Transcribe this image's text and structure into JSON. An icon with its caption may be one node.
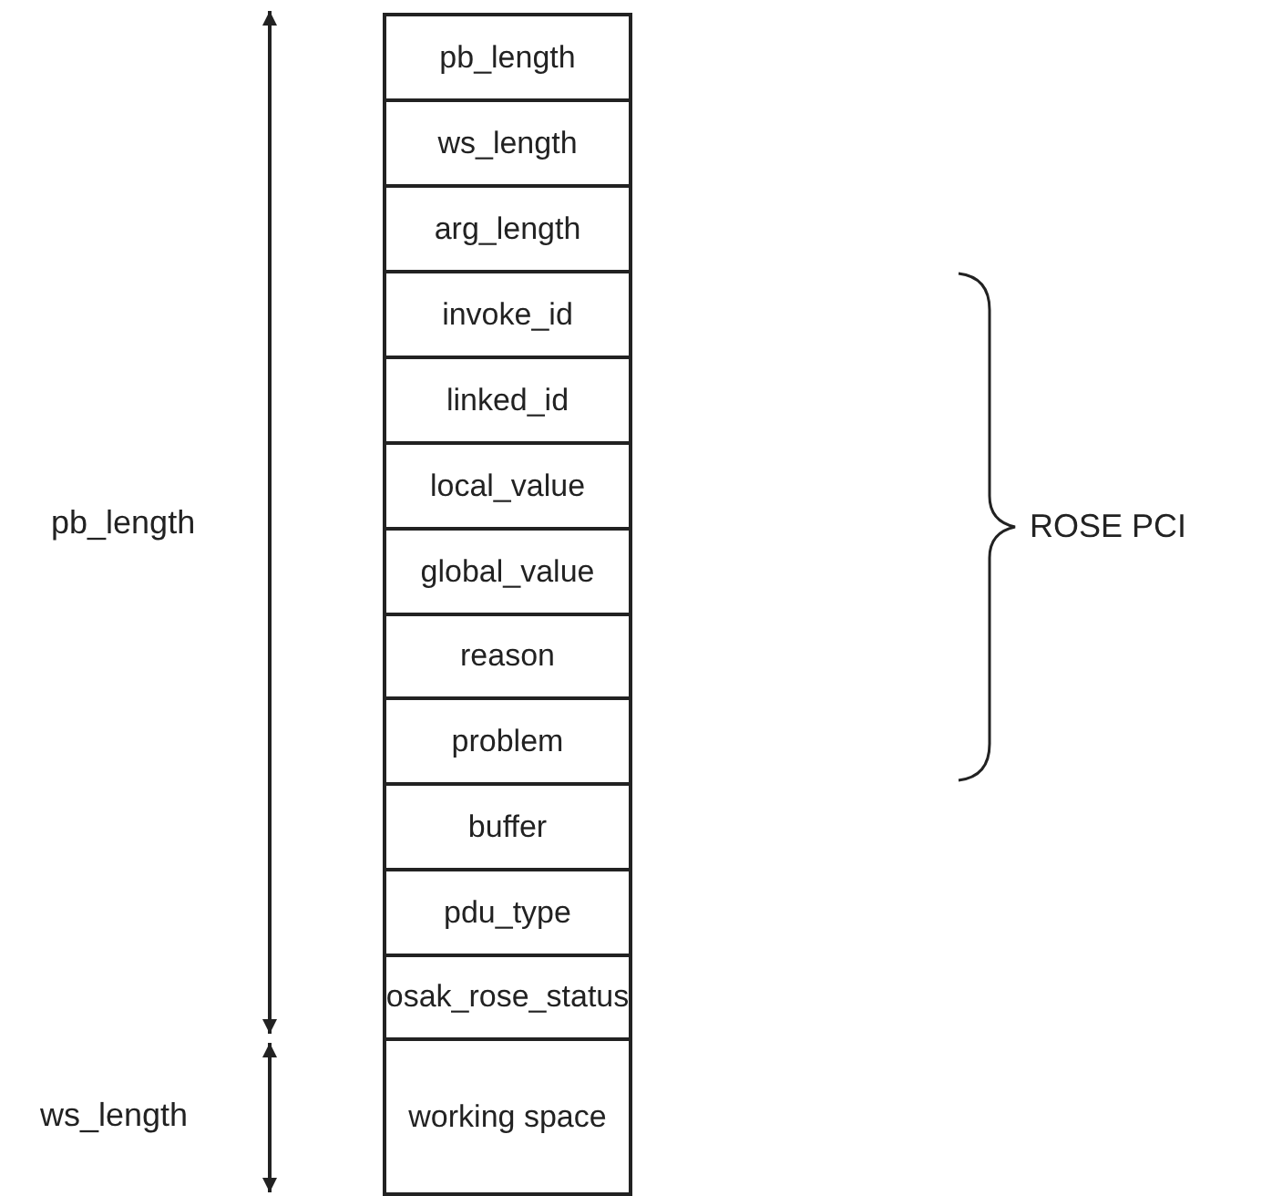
{
  "diagram": {
    "nodes": [
      {
        "text": [
          "pb_length"
        ]
      },
      {
        "text": [
          "ws_length"
        ]
      },
      {
        "text": [
          "arg_length"
        ]
      },
      {
        "text": [
          "invoke_id"
        ]
      },
      {
        "text": [
          "linked_id"
        ]
      },
      {
        "text": [
          "local_value"
        ]
      },
      {
        "text": [
          "global_value"
        ]
      },
      {
        "text": [
          "reason"
        ]
      },
      {
        "text": [
          "problem"
        ]
      },
      {
        "text": [
          "buffer"
        ]
      },
      {
        "text": [
          "pdu_type"
        ]
      },
      {
        "text": [
          "osak_rose_status"
        ]
      },
      {
        "text": [
          "working space"
        ]
      }
    ],
    "labels": [
      "pb_length",
      "ws_length",
      "ROSE PCI"
    ]
  }
}
